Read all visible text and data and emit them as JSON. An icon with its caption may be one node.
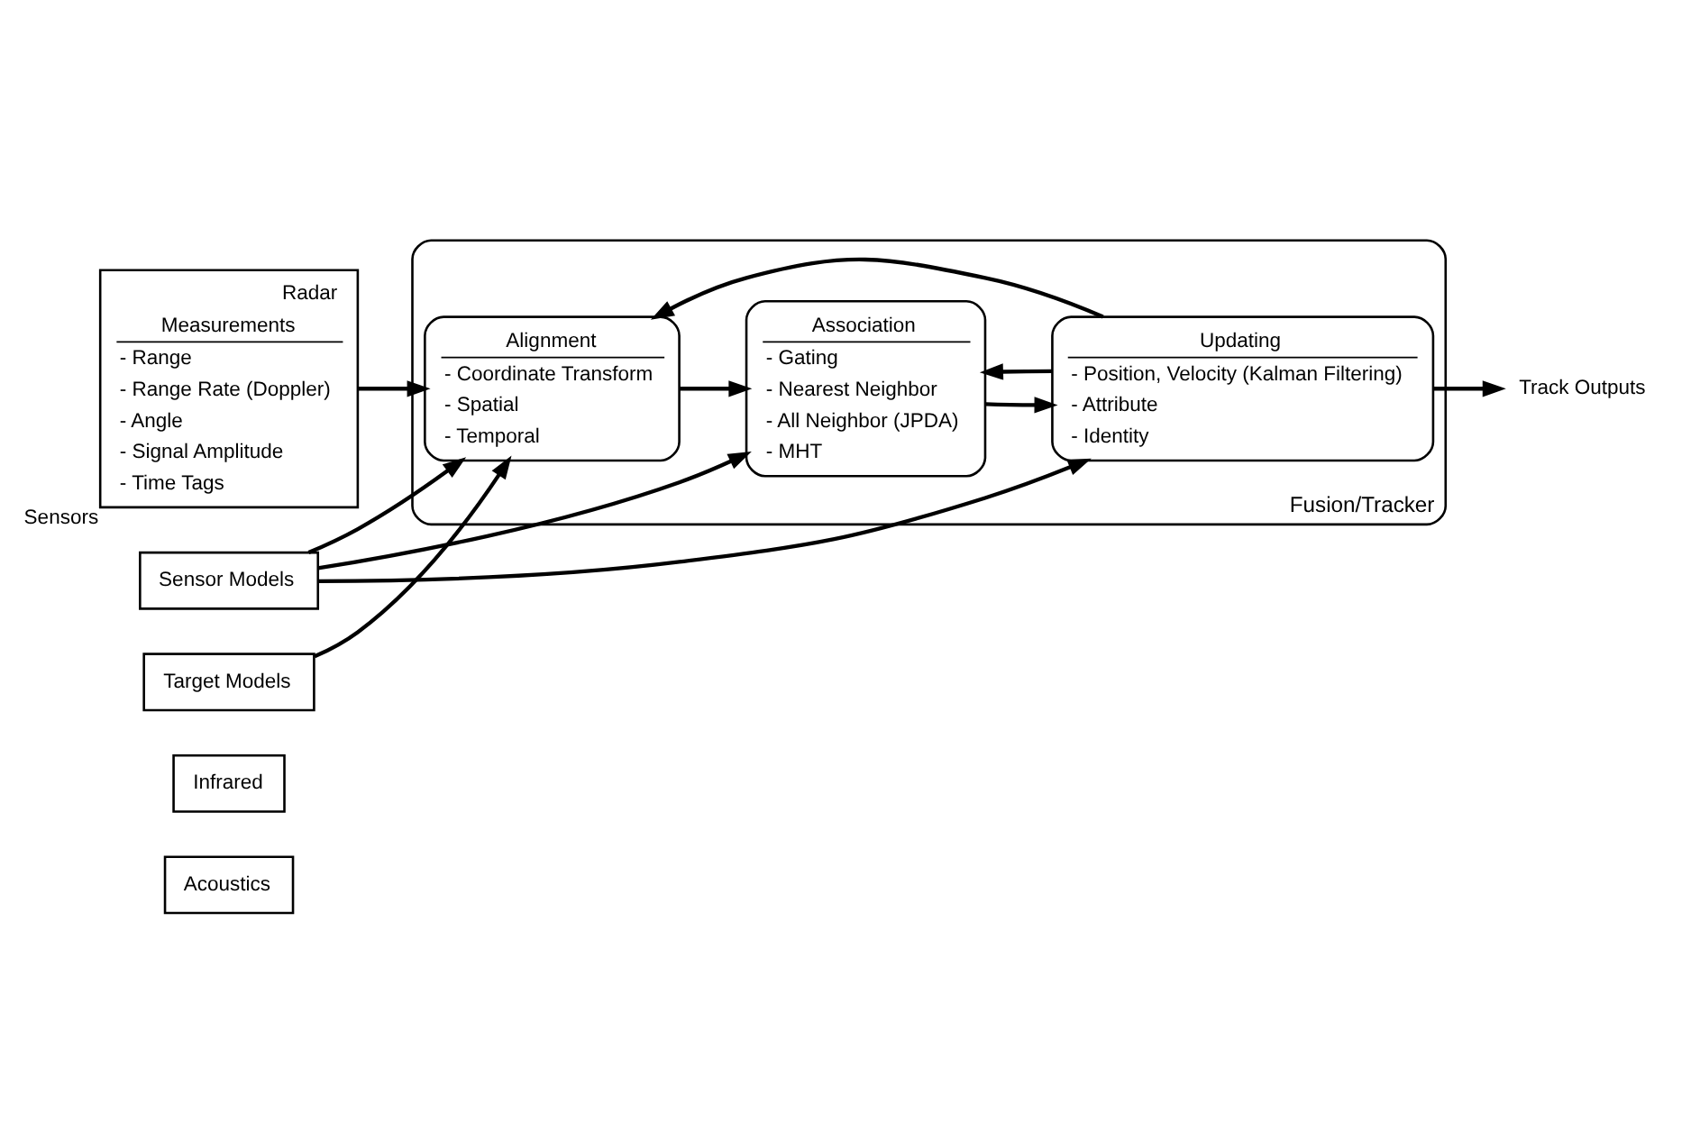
{
  "diagram": {
    "nodes": [
      {
        "text": [
          "Acoustics"
        ]
      },
      {
        "text": [
          "Infrared"
        ]
      },
      {
        "text": [
          "Radar",
          "Measurements",
          "- Range",
          "- Range Rate (Doppler)",
          "- Angle",
          "- Signal Amplitude",
          "- Time Tags"
        ],
        "beside": [
          "Sensors"
        ]
      },
      {
        "text": [
          "Fusion/Tracker"
        ]
      },
      {
        "text": [
          "Alignment",
          "- Coordinate Transform",
          "- Spatial",
          "- Temporal"
        ],
        "in": 3
      },
      {
        "text": [
          "Association",
          "- Gating",
          "- Nearest Neighbor",
          "- All Neighbor (JPDA)",
          "- MHT"
        ],
        "in": 3
      },
      {
        "text": [
          "Updating",
          "- Position, Velocity (Kalman Filtering)",
          "- Attribute",
          "- Identity"
        ],
        "in": 3
      },
      {
        "text": [
          "Track Outputs"
        ]
      },
      {
        "text": [
          "Target Models"
        ]
      },
      {
        "text": [
          "Sensor Models"
        ]
      }
    ],
    "edges": [
      {
        "from": 2,
        "to": 4,
        "arrow": "to"
      },
      {
        "from": 4,
        "to": 5,
        "arrow": "to"
      },
      {
        "from": 5,
        "to": 6,
        "arrow": "to"
      },
      {
        "from": 6,
        "to": 7,
        "arrow": "to"
      },
      {
        "from": 6,
        "to": 4,
        "arrow": "to"
      },
      {
        "from": 6,
        "to": 5,
        "arrow": "to"
      },
      {
        "from": 8,
        "to": 4,
        "arrow": "to"
      },
      {
        "from": 9,
        "to": 4,
        "arrow": "to"
      },
      {
        "from": 9,
        "to": 5,
        "arrow": "to"
      },
      {
        "from": 9,
        "to": 6,
        "arrow": "to"
      }
    ]
  }
}
